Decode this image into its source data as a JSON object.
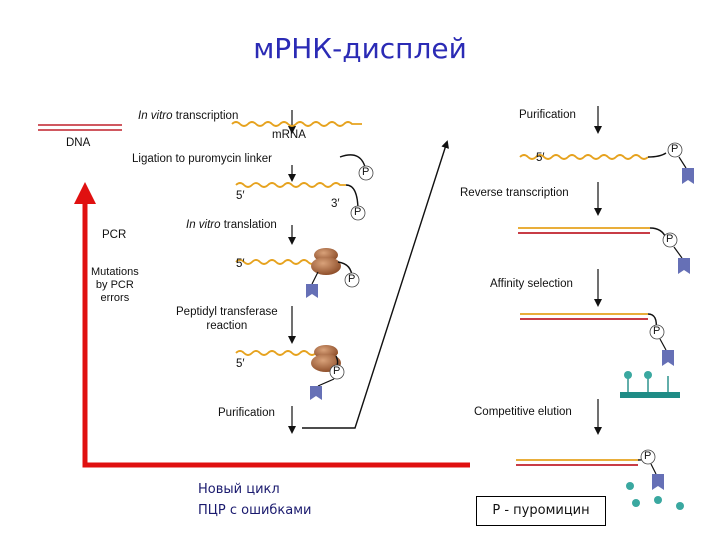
{
  "title": "мРНК-дисплей",
  "left_labels": {
    "dna": "DNA",
    "pcr": "PCR",
    "mutations": [
      "Mutations",
      "by PCR",
      "errors"
    ]
  },
  "steps_left": {
    "transcription_prefix": "In vitro",
    "transcription_suffix": " transcription",
    "mrna": "mRNA",
    "ligation": "Ligation to puromycin linker",
    "translation_prefix": "In vitro",
    "translation_suffix": " translation",
    "peptidyl": [
      "Peptidyl transferase",
      "reaction"
    ],
    "purification": "Purification"
  },
  "steps_right": {
    "purification": "Purification",
    "reverse_transcription": "Reverse transcription",
    "affinity_selection": "Affinity selection",
    "competitive_elution": "Competitive elution"
  },
  "end_labels": {
    "five_prime": "5′",
    "three_prime": "3′",
    "puromycin_letter": "P"
  },
  "caption_cycle": [
    "Новый цикл",
    "ПЦР с ошибками"
  ],
  "legend": "P - пуромицин",
  "colors": {
    "title": "#2b2bb5",
    "mrna": "#e6a21e",
    "dna_strand": "#c0202c",
    "cdna_strand": "#e6a21e",
    "cycle_arrow": "#e01010",
    "ribosome": "#a3623a",
    "protein": "#6670b6",
    "beads": "#3aa8a0",
    "matrix": "#1f8c86"
  }
}
